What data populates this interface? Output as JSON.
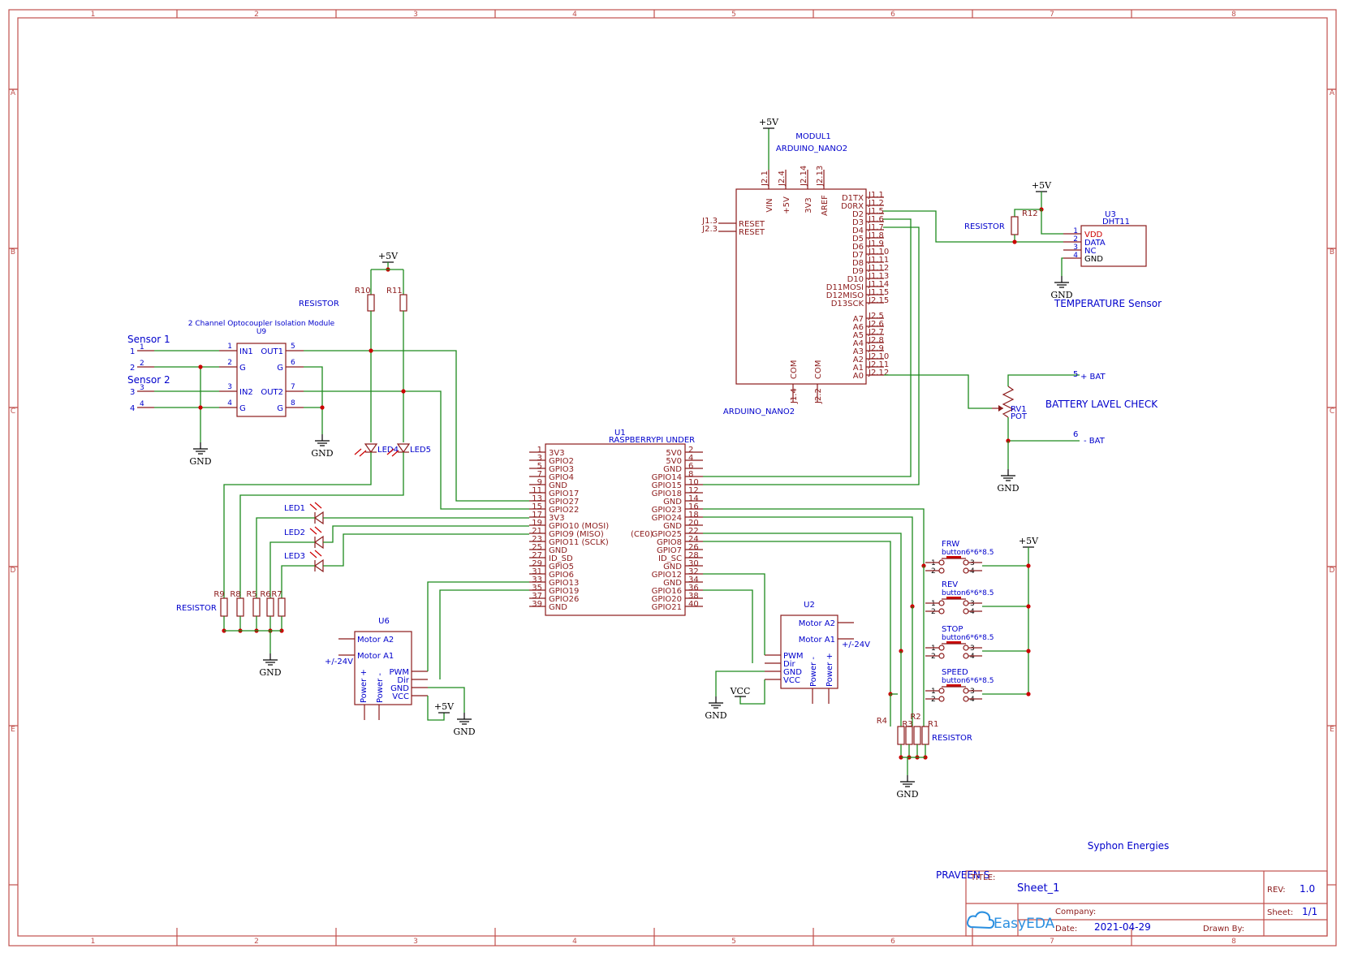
{
  "frame": {
    "columns": [
      "1",
      "2",
      "3",
      "4",
      "5",
      "6",
      "7",
      "8"
    ],
    "rows": [
      "A",
      "B",
      "C",
      "D",
      "E"
    ]
  },
  "arduino": {
    "module_label": "MODUL1",
    "part_top": "ARDUINO_NANO2",
    "part_bottom": "ARDUINO_NANO2",
    "power_label": "+5V",
    "top_pins": [
      {
        "id": "J2.1",
        "name": "VIN"
      },
      {
        "id": "J2.4",
        "name": "+5V"
      },
      {
        "id": "J2.14",
        "name": "3V3"
      },
      {
        "id": "J2.13",
        "name": "AREF"
      }
    ],
    "left_pins": [
      {
        "id": "J1.3",
        "name": "RESET"
      },
      {
        "id": "J2.3",
        "name": "RESET"
      }
    ],
    "bottom_pins": [
      {
        "id": "J1.4",
        "name": "COM"
      },
      {
        "id": "J2.2",
        "name": "COM"
      }
    ],
    "right_pins_digital": [
      {
        "id": "J1.1",
        "name": "D1TX"
      },
      {
        "id": "J1.2",
        "name": "D0RX"
      },
      {
        "id": "J1.5",
        "name": "D2"
      },
      {
        "id": "J1.6",
        "name": "D3"
      },
      {
        "id": "J1.7",
        "name": "D4"
      },
      {
        "id": "J1.8",
        "name": "D5"
      },
      {
        "id": "J1.9",
        "name": "D6"
      },
      {
        "id": "J1.10",
        "name": "D7"
      },
      {
        "id": "J1.11",
        "name": "D8"
      },
      {
        "id": "J1.12",
        "name": "D9"
      },
      {
        "id": "J1.13",
        "name": "D10"
      },
      {
        "id": "J1.14",
        "name": "D11MOSI"
      },
      {
        "id": "J1.15",
        "name": "D12MISO"
      },
      {
        "id": "J2.15",
        "name": "D13SCK"
      }
    ],
    "right_pins_analog": [
      {
        "id": "J2.5",
        "name": "A7"
      },
      {
        "id": "J2.6",
        "name": "A6"
      },
      {
        "id": "J2.7",
        "name": "A5"
      },
      {
        "id": "J2.8",
        "name": "A4"
      },
      {
        "id": "J2.9",
        "name": "A3"
      },
      {
        "id": "J2.10",
        "name": "A2"
      },
      {
        "id": "J2.11",
        "name": "A1"
      },
      {
        "id": "J2.12",
        "name": "A0"
      }
    ]
  },
  "dht": {
    "ref": "U3",
    "part": "DHT11",
    "pins": [
      {
        "num": "1",
        "name": "VDD"
      },
      {
        "num": "2",
        "name": "DATA"
      },
      {
        "num": "3",
        "name": "NC"
      },
      {
        "num": "4",
        "name": "GND"
      }
    ],
    "resistor_ref": "R12",
    "resistor_label": "RESISTOR",
    "power_label": "+5V",
    "gnd_label": "GND",
    "caption": "TEMPERATURE Sensor"
  },
  "battery": {
    "pot_ref": "RV1",
    "pot_label": "POT",
    "pos_num": "5",
    "pos_label": "+ BAT",
    "neg_num": "6",
    "neg_label": "- BAT",
    "caption": "BATTERY LAVEL CHECK",
    "gnd_label": "GND"
  },
  "opto": {
    "title": "2 Channel Optocoupler Isolation Module",
    "ref": "U9",
    "left_pins": [
      {
        "num": "1",
        "name": "IN1"
      },
      {
        "num": "2",
        "name": "G"
      },
      {
        "num": "3",
        "name": "IN2"
      },
      {
        "num": "4",
        "name": "G"
      }
    ],
    "right_pins": [
      {
        "num": "5",
        "name": "OUT1"
      },
      {
        "num": "6",
        "name": "G"
      },
      {
        "num": "7",
        "name": "OUT2"
      },
      {
        "num": "8",
        "name": "G"
      }
    ],
    "sensor1": "Sensor 1",
    "sensor2": "Sensor 2",
    "conn_pins": [
      "1",
      "2",
      "3",
      "4"
    ],
    "gnd_label": "GND"
  },
  "pullups": {
    "power_label": "+5V",
    "refs": [
      "R10",
      "R11"
    ],
    "label": "RESISTOR",
    "leds": [
      "LED4",
      "LED5"
    ]
  },
  "leds": {
    "labels": [
      "LED1",
      "LED2",
      "LED3"
    ],
    "resistor_refs": [
      "R9",
      "R8",
      "R5",
      "R6",
      "R7"
    ],
    "resistor_label": "RESISTOR",
    "gnd_label": "GND"
  },
  "rpi": {
    "ref": "U1",
    "part": "RASPBERRYPI UNDER",
    "ce0": "(CE0)",
    "left_pins": [
      {
        "num": "1",
        "name": "3V3"
      },
      {
        "num": "3",
        "name": "GPIO2"
      },
      {
        "num": "5",
        "name": "GPIO3"
      },
      {
        "num": "7",
        "name": "GPIO4"
      },
      {
        "num": "9",
        "name": "GND"
      },
      {
        "num": "11",
        "name": "GPIO17"
      },
      {
        "num": "13",
        "name": "GPIO27"
      },
      {
        "num": "15",
        "name": "GPIO22"
      },
      {
        "num": "17",
        "name": "3V3"
      },
      {
        "num": "19",
        "name": "GPIO10 (MOSI)"
      },
      {
        "num": "21",
        "name": "GPIO9 (MISO)"
      },
      {
        "num": "23",
        "name": "GPIO11 (SCLK)"
      },
      {
        "num": "25",
        "name": "GND"
      },
      {
        "num": "27",
        "name": "ID_SD"
      },
      {
        "num": "29",
        "name": "GPIO5"
      },
      {
        "num": "31",
        "name": "GPIO6"
      },
      {
        "num": "33",
        "name": "GPIO13"
      },
      {
        "num": "35",
        "name": "GPIO19"
      },
      {
        "num": "37",
        "name": "GPIO26"
      },
      {
        "num": "39",
        "name": "GND"
      }
    ],
    "right_pins": [
      {
        "num": "2",
        "name": "5V0"
      },
      {
        "num": "4",
        "name": "5V0"
      },
      {
        "num": "6",
        "name": "GND"
      },
      {
        "num": "8",
        "name": "GPIO14"
      },
      {
        "num": "10",
        "name": "GPIO15"
      },
      {
        "num": "12",
        "name": "GPIO18"
      },
      {
        "num": "14",
        "name": "GND"
      },
      {
        "num": "16",
        "name": "GPIO23"
      },
      {
        "num": "18",
        "name": "GPIO24"
      },
      {
        "num": "20",
        "name": "GND"
      },
      {
        "num": "22",
        "name": "GPIO25"
      },
      {
        "num": "24",
        "name": "GPIO8"
      },
      {
        "num": "26",
        "name": "GPIO7"
      },
      {
        "num": "28",
        "name": "ID_SC"
      },
      {
        "num": "30",
        "name": "GND"
      },
      {
        "num": "32",
        "name": "GPIO12"
      },
      {
        "num": "34",
        "name": "GND"
      },
      {
        "num": "36",
        "name": "GPIO16"
      },
      {
        "num": "38",
        "name": "GPIO20"
      },
      {
        "num": "40",
        "name": "GPIO21"
      }
    ]
  },
  "u6": {
    "ref": "U6",
    "motor_a2": "Motor A2",
    "motor_a1": "Motor A1",
    "supply": "+/-24V",
    "pins": [
      "PWM",
      "Dir",
      "GND",
      "VCC"
    ],
    "power_plus": "Power +",
    "power_minus": "Power -",
    "vcc_label": "+5V",
    "gnd_label": "GND"
  },
  "u2": {
    "ref": "U2",
    "motor_a2": "Motor A2",
    "motor_a1": "Motor A1",
    "supply": "+/-24V",
    "pins": [
      "PWM",
      "Dir",
      "GND",
      "VCC"
    ],
    "power_minus": "Power -",
    "power_plus": "Power +",
    "gnd_label": "GND",
    "vcc_label": "VCC"
  },
  "buttons": {
    "power_label": "+5V",
    "part": "button6*6*8.5",
    "names": [
      "FRW",
      "REV",
      "STOP",
      "SPEED"
    ],
    "pin_nums": [
      "1",
      "2",
      "3",
      "4"
    ],
    "resistor_refs": [
      "R4",
      "R3",
      "R2",
      "R1"
    ],
    "resistor_label": "RESISTOR",
    "gnd_label": "GND"
  },
  "titleblock": {
    "company_name": "Syphon Energies",
    "author": "PRAVEEN S",
    "title_label": "TITLE:",
    "title": "Sheet_1",
    "rev_label": "REV:",
    "rev": "1.0",
    "company_label": "Company:",
    "sheet_label": "Sheet:",
    "sheet": "1/1",
    "date_label": "Date:",
    "date": "2021-04-29",
    "drawn_label": "Drawn By:",
    "logo_text": "EasyEDA"
  },
  "colors": {
    "frame": "#c0504d",
    "symbol": "#8b1a1a",
    "wire": "#1c8a1c",
    "label": "#0000cc",
    "junction": "#cc0000",
    "power": "#000000"
  }
}
